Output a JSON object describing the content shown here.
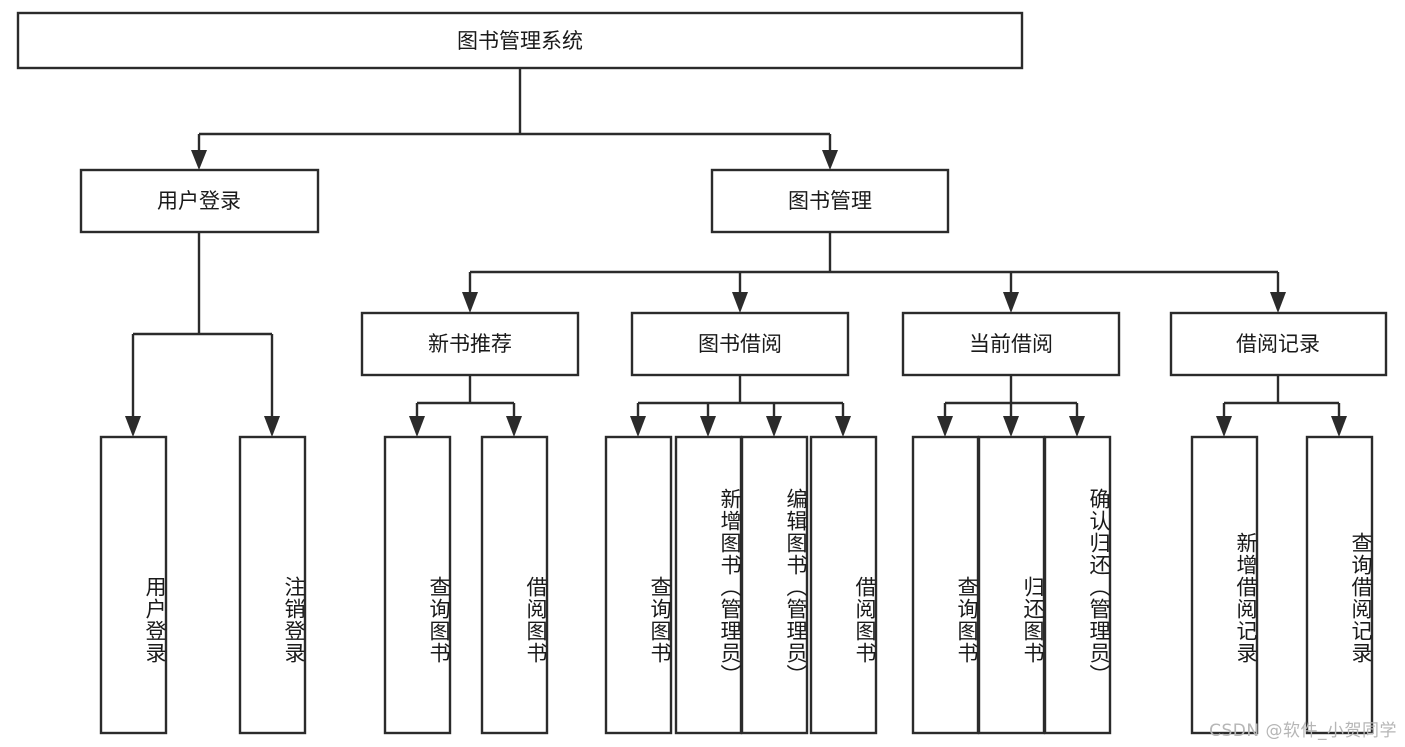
{
  "diagram": {
    "title": "图书管理系统",
    "type": "tree-hierarchy",
    "orientation": "top-down",
    "root": {
      "id": "root",
      "label": "图书管理系统"
    },
    "level2": [
      {
        "id": "user-login",
        "label": "用户登录"
      },
      {
        "id": "book-manage",
        "label": "图书管理"
      }
    ],
    "level3": [
      {
        "id": "new-book-recommend",
        "label": "新书推荐",
        "parent": "book-manage"
      },
      {
        "id": "book-borrow",
        "label": "图书借阅",
        "parent": "book-manage"
      },
      {
        "id": "current-borrow",
        "label": "当前借阅",
        "parent": "book-manage"
      },
      {
        "id": "borrow-record",
        "label": "借阅记录",
        "parent": "book-manage"
      }
    ],
    "leaves": [
      {
        "id": "leaf-user-login",
        "label": "用户登录",
        "parent": "user-login"
      },
      {
        "id": "leaf-logout-login",
        "label": "注销登录",
        "parent": "user-login"
      },
      {
        "id": "leaf-query-book-1",
        "label": "查询图书",
        "parent": "new-book-recommend"
      },
      {
        "id": "leaf-borrow-book-1",
        "label": "借阅图书",
        "parent": "new-book-recommend"
      },
      {
        "id": "leaf-query-book-2",
        "label": "查询图书",
        "parent": "book-borrow"
      },
      {
        "id": "leaf-add-book",
        "label": "新增图书（管理员）",
        "parent": "book-borrow"
      },
      {
        "id": "leaf-edit-book",
        "label": "编辑图书（管理员）",
        "parent": "book-borrow"
      },
      {
        "id": "leaf-borrow-book-2",
        "label": "借阅图书",
        "parent": "book-borrow"
      },
      {
        "id": "leaf-query-book-3",
        "label": "查询图书",
        "parent": "current-borrow"
      },
      {
        "id": "leaf-return-book",
        "label": "归还图书",
        "parent": "current-borrow"
      },
      {
        "id": "leaf-confirm-return",
        "label": "确认归还（管理员）",
        "parent": "current-borrow"
      },
      {
        "id": "leaf-add-record",
        "label": "新增借阅记录",
        "parent": "borrow-record"
      },
      {
        "id": "leaf-query-record",
        "label": "查询借阅记录",
        "parent": "borrow-record"
      }
    ],
    "colors": {
      "stroke": "#2b2b2b",
      "fill": "#ffffff",
      "text": "#1a1a1a",
      "watermark": "#b6b6b6"
    }
  },
  "watermark": {
    "text": "CSDN @软件_小贺同学"
  }
}
